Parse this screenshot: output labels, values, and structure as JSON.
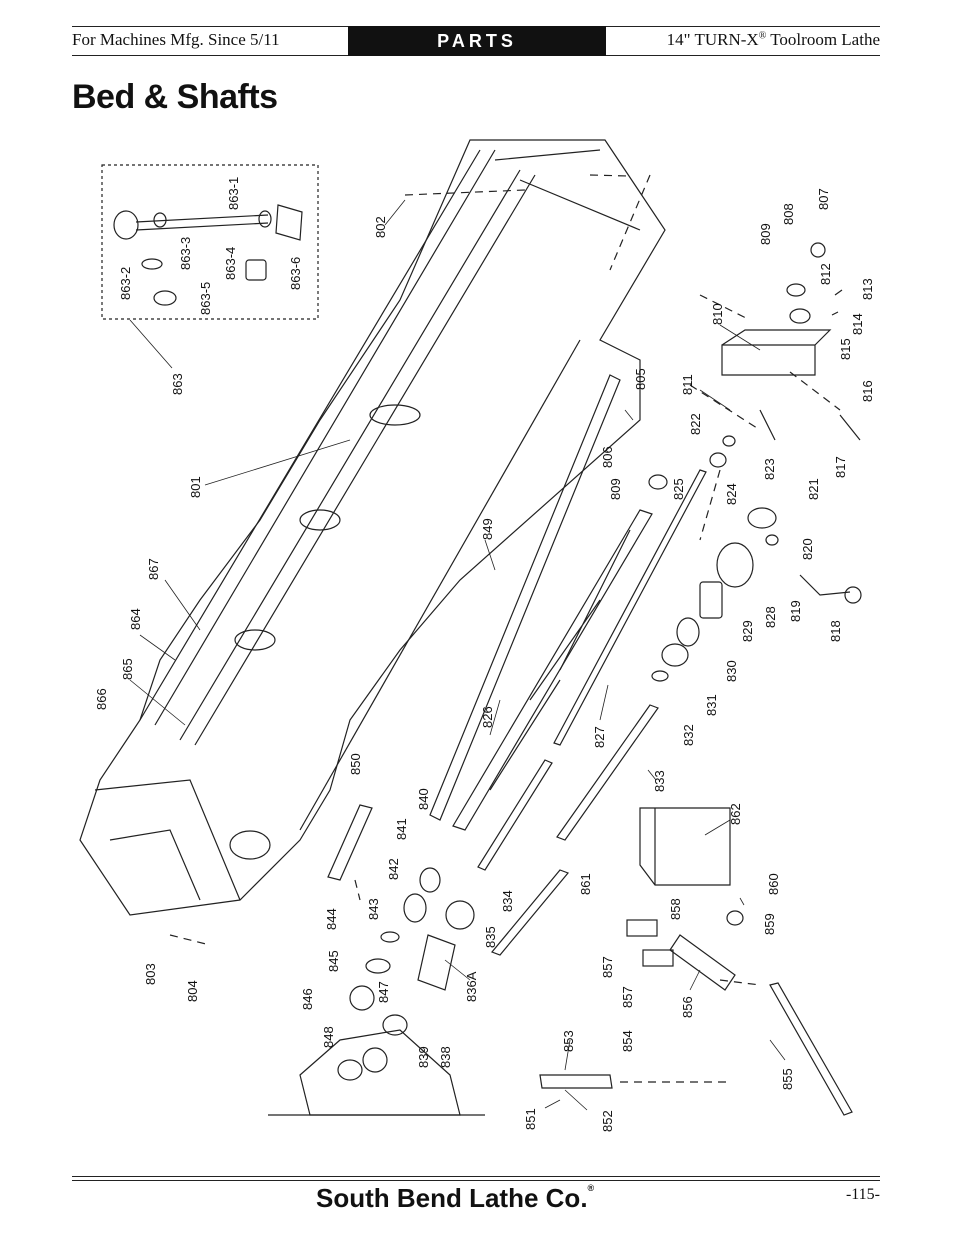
{
  "header": {
    "left": "For Machines Mfg. Since 5/11",
    "center": "PARTS",
    "right": "14\" TURN-X",
    "right_mark": "®",
    "right_suffix": " Toolroom Lathe"
  },
  "title": "Bed & Shafts",
  "callouts": {
    "c801": "801",
    "c802": "802",
    "c803": "803",
    "c804": "804",
    "c805": "805",
    "c806": "806",
    "c807": "807",
    "c808": "808",
    "c809a": "809",
    "c809b": "809",
    "c810": "810",
    "c811": "811",
    "c812": "812",
    "c813": "813",
    "c814": "814",
    "c815": "815",
    "c816": "816",
    "c817": "817",
    "c818": "818",
    "c819": "819",
    "c820": "820",
    "c821": "821",
    "c822": "822",
    "c823": "823",
    "c824": "824",
    "c825": "825",
    "c826": "826",
    "c827": "827",
    "c828": "828",
    "c829": "829",
    "c830": "830",
    "c831": "831",
    "c832": "832",
    "c833": "833",
    "c834": "834",
    "c835": "835",
    "c836a": "836A",
    "c838": "838",
    "c839": "839",
    "c840": "840",
    "c841": "841",
    "c842": "842",
    "c843": "843",
    "c844": "844",
    "c845": "845",
    "c846": "846",
    "c847": "847",
    "c848": "848",
    "c849": "849",
    "c850": "850",
    "c851": "851",
    "c852": "852",
    "c853": "853",
    "c854": "854",
    "c855": "855",
    "c856": "856",
    "c857a": "857",
    "c857b": "857",
    "c858": "858",
    "c859": "859",
    "c860": "860",
    "c861": "861",
    "c862": "862",
    "c863": "863",
    "c863_1": "863-1",
    "c863_2": "863-2",
    "c863_3": "863-3",
    "c863_4": "863-4",
    "c863_5": "863-5",
    "c863_6": "863-6",
    "c864": "864",
    "c865": "865",
    "c866": "866",
    "c867": "867"
  },
  "footer": {
    "brand": "South Bend Lathe Co.",
    "brand_mark": "®",
    "page": "-115-"
  }
}
